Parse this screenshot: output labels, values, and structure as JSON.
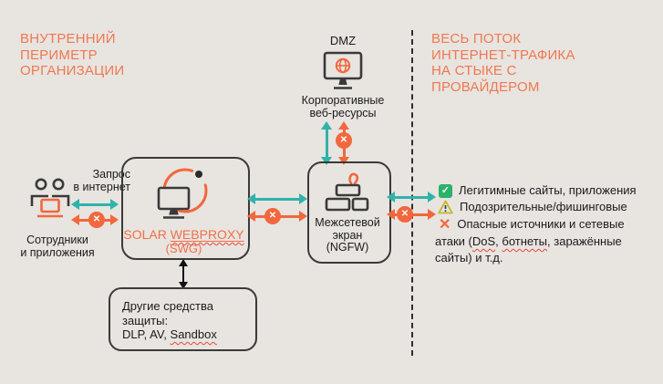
{
  "colors": {
    "background": "#E8E4E0",
    "accent_orange": "#F2673D",
    "heading_orange": "#EF7850",
    "teal": "#2FB3AB",
    "dark_stroke": "#3A3A3A",
    "text": "#1B1B1B",
    "legend_green": "#2BB16B",
    "warning_yellow": "#BDBB2F",
    "squiggle_red": "#E8483C"
  },
  "headings": {
    "left": "ВНУТРЕННИЙ\nПЕРИМЕТР\nОРГАНИЗАЦИИ",
    "right": "ВЕСЬ ПОТОК\nИНТЕРНЕТ-ТРАФИКА\nНА СТЫКЕ С\nПРОВАЙДЕРОМ"
  },
  "dmz": {
    "label": "DMZ",
    "resources": "Корпоративные\nвеб-ресурсы"
  },
  "internal": {
    "request": "Запрос\nв интернет",
    "users": "Сотрудники\nи приложения"
  },
  "swg": {
    "name_plain": "SOLAR ",
    "name_underlined": "WEBPROXY",
    "abbr": "(SWG)"
  },
  "ngfw": {
    "label": "Межсетевой\nэкран\n(NGFW)"
  },
  "other_protection": {
    "line1": "Другие средства",
    "line2": "защиты:",
    "line3_plain": "DLP, AV, ",
    "line3_underlined": "Sandbox"
  },
  "legend": {
    "items": [
      {
        "icon": "check-icon",
        "text": "Легитимные сайты, приложения"
      },
      {
        "icon": "warning-icon",
        "text": "Подозрительные/фишинговые"
      },
      {
        "icon": "cross-icon",
        "text": "Опасные источники и сетевые"
      }
    ],
    "item3_line2": {
      "p1": "атаки (",
      "w1": "DoS",
      "p2": ", ",
      "w2": "ботнеты",
      "p3": ", заражённые"
    },
    "item3_line3": "сайты) и т.д."
  },
  "icons": {
    "blocked_glyph": "✕",
    "check_glyph": "✓",
    "cross_glyph": "✕"
  }
}
